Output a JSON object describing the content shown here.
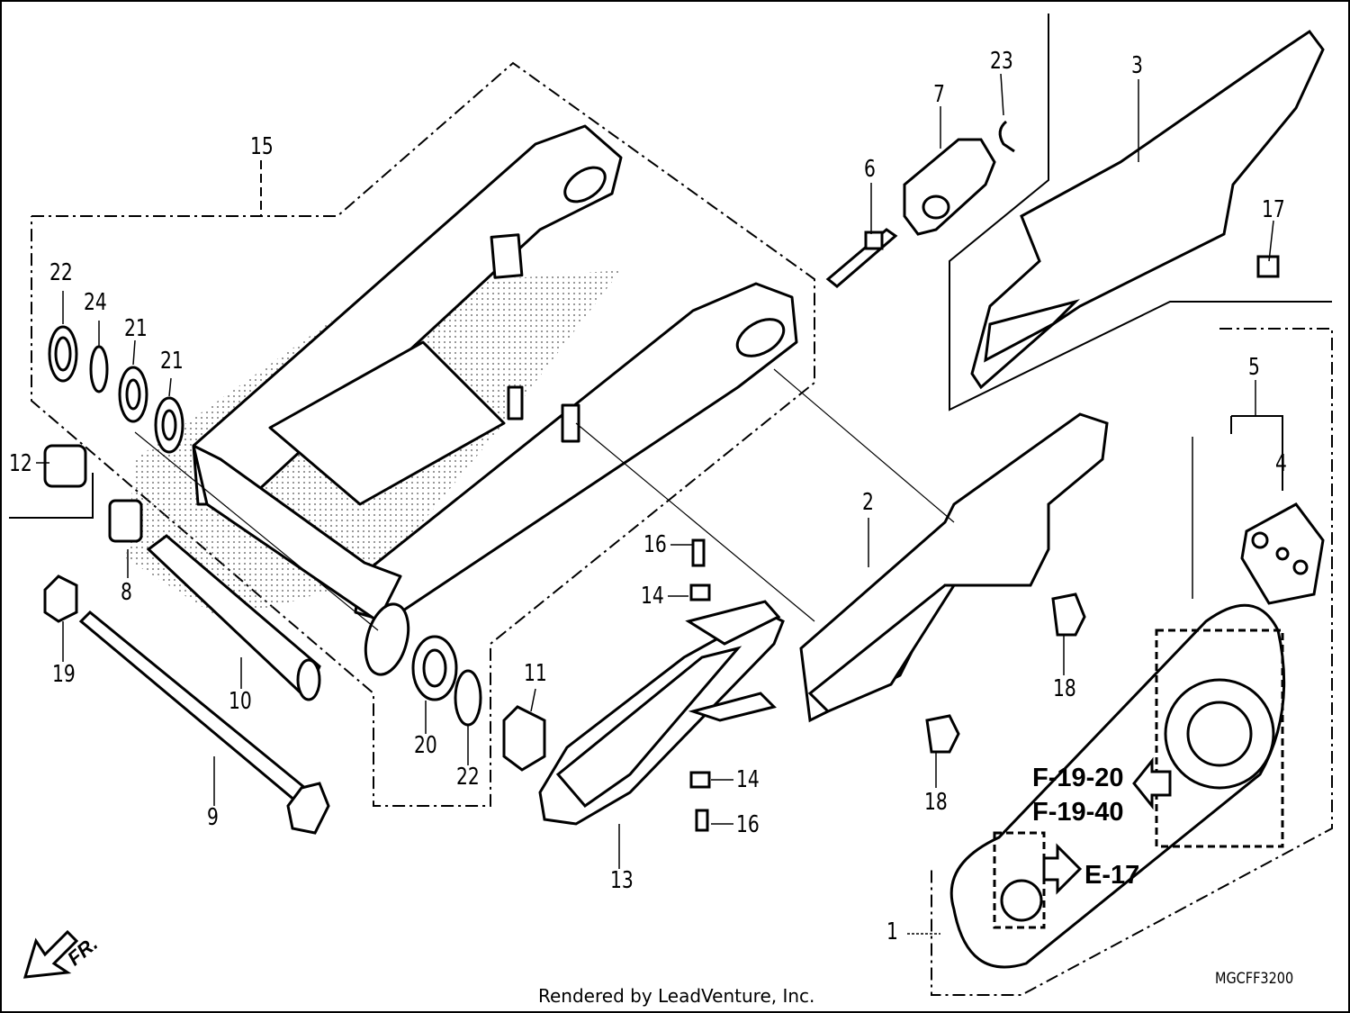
{
  "callouts": {
    "c1": "1",
    "c2": "2",
    "c3": "3",
    "c4": "4",
    "c5": "5",
    "c6": "6",
    "c7": "7",
    "c8": "8",
    "c9": "9",
    "c10": "10",
    "c11": "11",
    "c12": "12",
    "c13": "13",
    "c14a": "14",
    "c14b": "14",
    "c15": "15",
    "c16a": "16",
    "c16b": "16",
    "c17": "17",
    "c18a": "18",
    "c18b": "18",
    "c19": "19",
    "c20": "20",
    "c21a": "21",
    "c21b": "21",
    "c22a": "22",
    "c22b": "22",
    "c23": "23",
    "c24": "24"
  },
  "references": {
    "r1": "F-19-20",
    "r2": "F-19-40",
    "r3": "E-17"
  },
  "direction_label": "FR.",
  "diagram_code": "MGCFF3200",
  "footer": "Rendered by LeadVenture, Inc."
}
